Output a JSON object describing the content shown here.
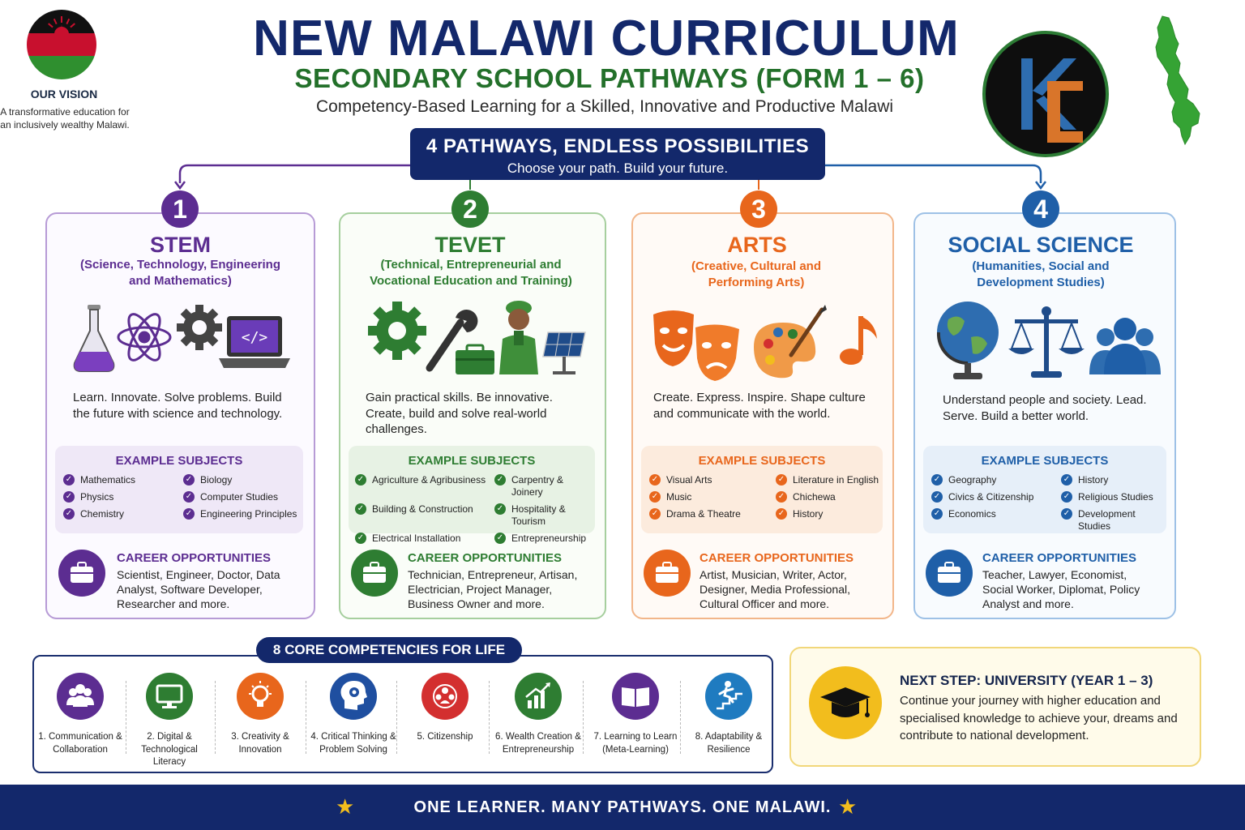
{
  "vision": {
    "title": "OUR VISION",
    "text": "A transformative education for an inclusively wealthy Malawi.",
    "flag_colors": [
      "#111111",
      "#c8102e",
      "#2f8f2f"
    ]
  },
  "header": {
    "title": "NEW MALAWI CURRICULUM",
    "subtitle": "SECONDARY SCHOOL PATHWAYS (FORM 1 – 6)",
    "tagline": "Competency-Based Learning for a Skilled, Innovative and Productive Malawi"
  },
  "logo": {
    "letters": "K",
    "accent": "#d9752a",
    "primary": "#2e6db0"
  },
  "banner": {
    "title": "4 PATHWAYS, ENDLESS POSSIBILITIES",
    "subtitle": "Choose your path. Build your future."
  },
  "pathways": [
    {
      "number": "1",
      "title": "STEM",
      "subtitle": "(Science, Technology, Engineering and Mathematics)",
      "description": "Learn.  Innovate.  Solve problems. Build the future with science and technology.",
      "subjects_heading": "EXAMPLE SUBJECTS",
      "subjects": [
        "Mathematics",
        "Biology",
        "Physics",
        "Computer Studies",
        "Chemistry",
        "Engineering Principles"
      ],
      "careers_heading": "CAREER OPPORTUNITIES",
      "careers": "Scientist, Engineer, Doctor, Data Analyst, Software Developer, Researcher and more.",
      "color": "#5c2d91",
      "icons": [
        "flask-icon",
        "atom-icon",
        "gear-icon",
        "laptop-code-icon"
      ]
    },
    {
      "number": "2",
      "title": "TEVET",
      "subtitle": "(Technical, Entrepreneurial and Vocational Education and Training)",
      "description": "Gain practical skills. Be innovative. Create, build and solve real-world challenges.",
      "subjects_heading": "EXAMPLE SUBJECTS",
      "subjects": [
        "Agriculture & Agribusiness",
        "Carpentry & Joinery",
        "Building & Construction",
        "Hospitality & Tourism",
        "Electrical Installation",
        "Entrepreneurship"
      ],
      "careers_heading": "CAREER OPPORTUNITIES",
      "careers": "Technician, Entrepreneur, Artisan, Electrician, Project Manager, Business Owner and more.",
      "color": "#2e7d32",
      "icons": [
        "gear-icon",
        "wrench-icon",
        "toolbox-icon",
        "worker-icon",
        "solar-panel-icon"
      ]
    },
    {
      "number": "3",
      "title": "ARTS",
      "subtitle": "(Creative, Cultural and Performing Arts)",
      "description": "Create.  Express.  Inspire. Shape culture and communicate with the world.",
      "subjects_heading": "EXAMPLE SUBJECTS",
      "subjects": [
        "Visual Arts",
        "Literature in English",
        "Music",
        "Chichewa",
        "Drama & Theatre",
        "History"
      ],
      "careers_heading": "CAREER OPPORTUNITIES",
      "careers": "Artist, Musician, Writer, Actor, Designer, Media Professional, Cultural Officer and more.",
      "color": "#e8661c",
      "icons": [
        "theatre-masks-icon",
        "palette-icon",
        "music-note-icon"
      ]
    },
    {
      "number": "4",
      "title": "SOCIAL SCIENCE",
      "subtitle": "(Humanities, Social and Development Studies)",
      "description": "Understand people and society. Lead.  Serve.  Build a better world.",
      "subjects_heading": "EXAMPLE SUBJECTS",
      "subjects": [
        "Geography",
        "History",
        "Civics & Citizenship",
        "Religious Studies",
        "Economics",
        "Development Studies"
      ],
      "careers_heading": "CAREER OPPORTUNITIES",
      "careers": "Teacher, Lawyer, Economist, Social Worker, Diplomat, Policy Analyst and more.",
      "color": "#1f5fa8",
      "icons": [
        "globe-icon",
        "scales-icon",
        "people-icon"
      ]
    }
  ],
  "core": {
    "heading": "8 CORE COMPETENCIES FOR LIFE",
    "items": [
      {
        "label": "1. Communication & Collaboration",
        "color": "#5c2d91",
        "icon": "people-icon"
      },
      {
        "label": "2. Digital & Technological Literacy",
        "color": "#2e7d32",
        "icon": "monitor-icon"
      },
      {
        "label": "3. Creativity & Innovation",
        "color": "#e8661c",
        "icon": "lightbulb-icon"
      },
      {
        "label": "4. Critical Thinking & Problem Solving",
        "color": "#1f4fa0",
        "icon": "head-gear-icon"
      },
      {
        "label": "5. Citizenship",
        "color": "#d32f2f",
        "icon": "community-icon"
      },
      {
        "label": "6. Wealth Creation & Entrepreneurship",
        "color": "#2e7d32",
        "icon": "growth-chart-icon"
      },
      {
        "label": "7. Learning to Learn (Meta-Learning)",
        "color": "#5c2d91",
        "icon": "book-icon"
      },
      {
        "label": "8. Adaptability & Resilience",
        "color": "#1f7bc0",
        "icon": "climber-icon"
      }
    ]
  },
  "next_step": {
    "heading": "NEXT STEP: UNIVERSITY (YEAR 1 – 3)",
    "text": "Continue your journey with higher education and specialised knowledge to achieve your, dreams and contribute to national development.",
    "icon": "graduation-cap-icon"
  },
  "footer": {
    "text": "ONE LEARNER.  MANY PATHWAYS.  ONE MALAWI.",
    "star": "★"
  }
}
